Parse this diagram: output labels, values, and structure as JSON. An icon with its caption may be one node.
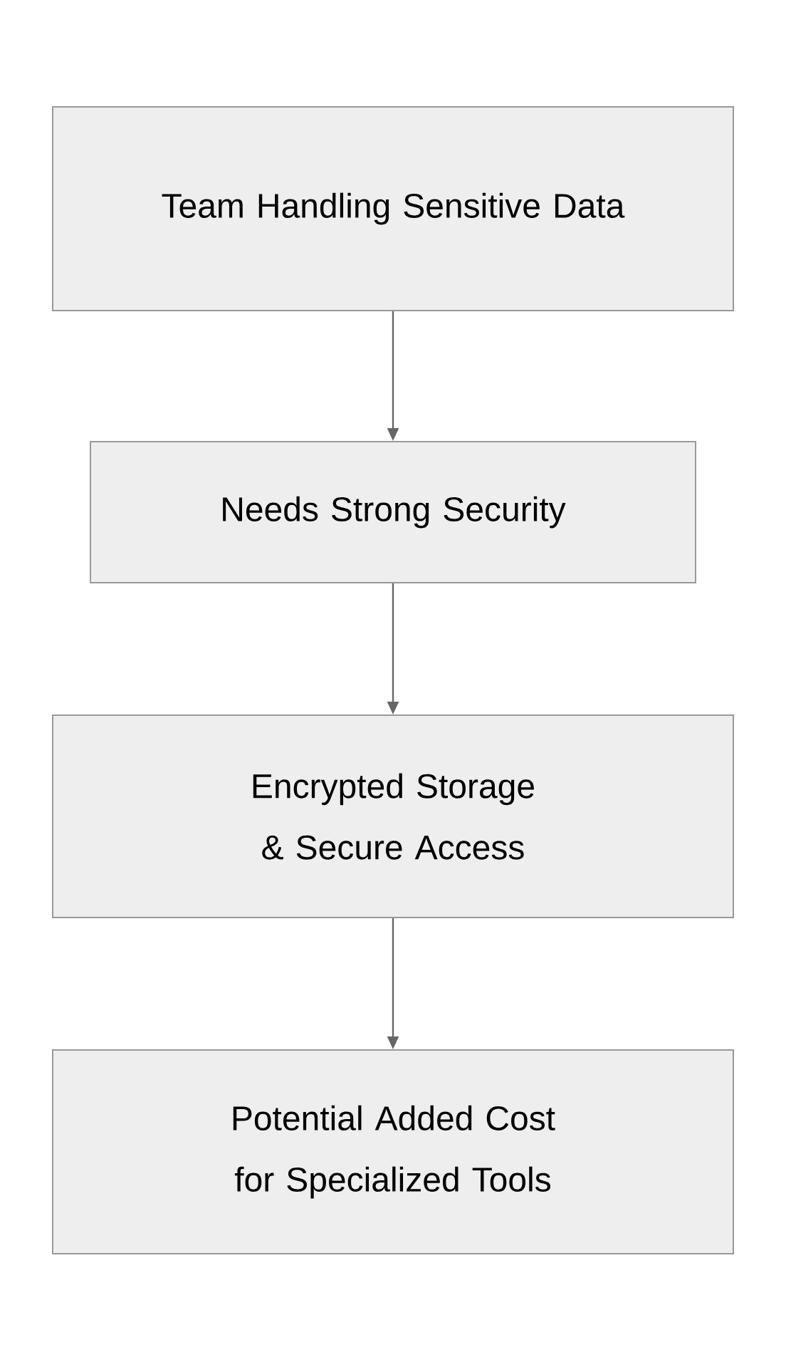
{
  "diagram": {
    "nodes": [
      {
        "text": [
          "Team Handling Sensitive Data"
        ]
      },
      {
        "text": [
          "Needs Strong Security"
        ]
      },
      {
        "text": [
          "Encrypted Storage & Secure Access"
        ]
      },
      {
        "text": [
          "Potential Added Cost for Specialized Tools"
        ]
      }
    ],
    "edges": [
      {
        "from": 0,
        "to": 1,
        "arrow": "to"
      },
      {
        "from": 1,
        "to": 2,
        "arrow": "to"
      },
      {
        "from": 2,
        "to": 3,
        "arrow": "to"
      }
    ]
  }
}
